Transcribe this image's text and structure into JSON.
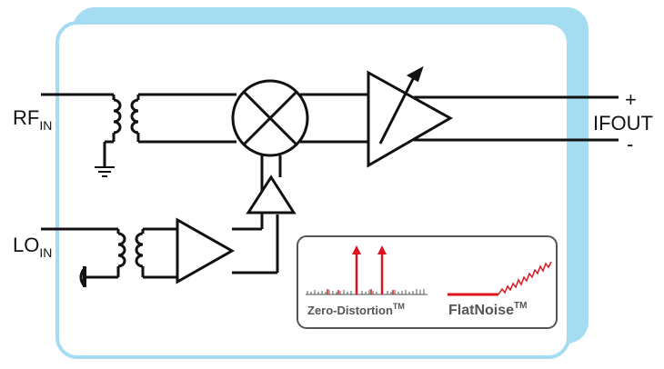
{
  "labels": {
    "rf_main": "RF",
    "rf_sub": "IN",
    "lo_main": "LO",
    "lo_sub": "IN",
    "ifout": "IFOUT",
    "plus": "+",
    "minus": "-"
  },
  "badges": {
    "zero_distortion": "Zero-Distortion",
    "flatnoise": "FlatNoise",
    "tm": "TM"
  },
  "colors": {
    "panel_fill": "#ffffff",
    "panel_border": "#a5dcf2",
    "panel_shadow": "#a5dcf2",
    "line": "#111111",
    "accent_red": "#e0141e",
    "badge_border": "#555555",
    "badge_text": "#555555"
  },
  "icons": [
    "mixer-icon",
    "transformer-icon",
    "amplifier-icon",
    "variable-gain-amplifier-icon",
    "ground-icon",
    "chassis-ground-icon"
  ]
}
